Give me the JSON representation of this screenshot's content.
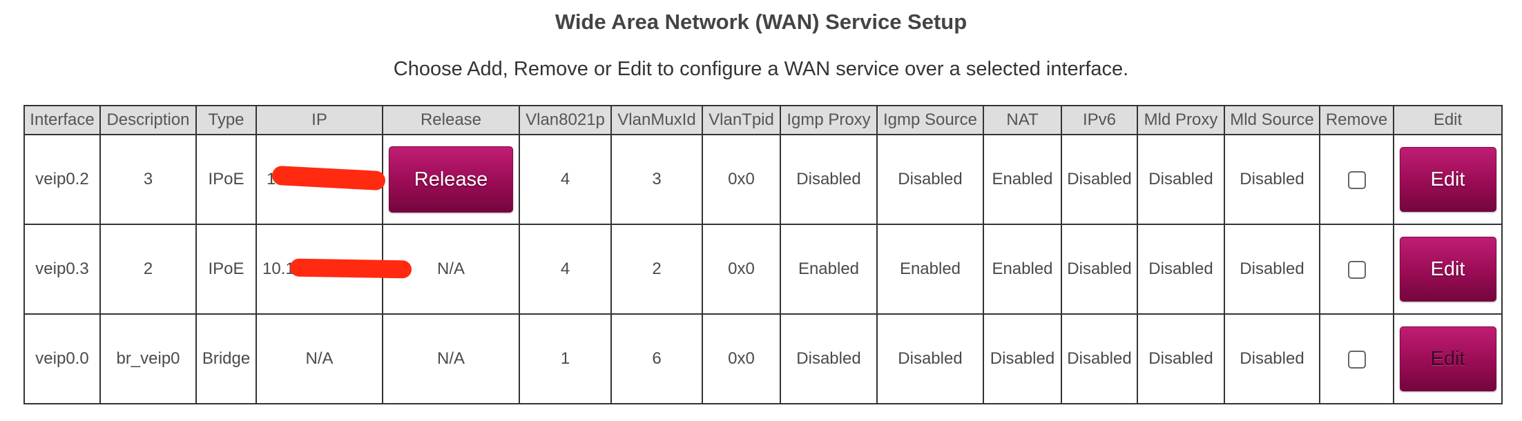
{
  "page": {
    "title": "Wide Area Network (WAN) Service Setup",
    "subtitle": "Choose Add, Remove or Edit to configure a WAN service over a selected interface."
  },
  "table": {
    "headers": [
      "Interface",
      "Description",
      "Type",
      "IP",
      "Release",
      "Vlan8021p",
      "VlanMuxId",
      "VlanTpid",
      "Igmp Proxy",
      "Igmp Source",
      "NAT",
      "IPv6",
      "Mld Proxy",
      "Mld Source",
      "Remove",
      "Edit"
    ],
    "rows": [
      {
        "interface": "veip0.2",
        "description": "3",
        "type": "IPoE",
        "ip": "10.",
        "release": "Release",
        "vlan8021p": "4",
        "vlanmuxid": "3",
        "vlantpid": "0x0",
        "igmp_proxy": "Disabled",
        "igmp_source": "Disabled",
        "nat": "Enabled",
        "ipv6": "Disabled",
        "mld_proxy": "Disabled",
        "mld_source": "Disabled",
        "remove_checked": false,
        "edit": "Edit"
      },
      {
        "interface": "veip0.3",
        "description": "2",
        "type": "IPoE",
        "ip": "10.1",
        "release": "N/A",
        "vlan8021p": "4",
        "vlanmuxid": "2",
        "vlantpid": "0x0",
        "igmp_proxy": "Enabled",
        "igmp_source": "Enabled",
        "nat": "Enabled",
        "ipv6": "Disabled",
        "mld_proxy": "Disabled",
        "mld_source": "Disabled",
        "remove_checked": false,
        "edit": "Edit"
      },
      {
        "interface": "veip0.0",
        "description": "br_veip0",
        "type": "Bridge",
        "ip": "N/A",
        "release": "N/A",
        "vlan8021p": "1",
        "vlanmuxid": "6",
        "vlantpid": "0x0",
        "igmp_proxy": "Disabled",
        "igmp_source": "Disabled",
        "nat": "Disabled",
        "ipv6": "Disabled",
        "mld_proxy": "Disabled",
        "mld_source": "Disabled",
        "remove_checked": false,
        "edit": "Edit"
      }
    ]
  },
  "colors": {
    "button_gradient_top": "#c01d73",
    "button_gradient_bottom": "#74063d",
    "header_background": "#dedede",
    "redaction": "#ff2a10"
  }
}
